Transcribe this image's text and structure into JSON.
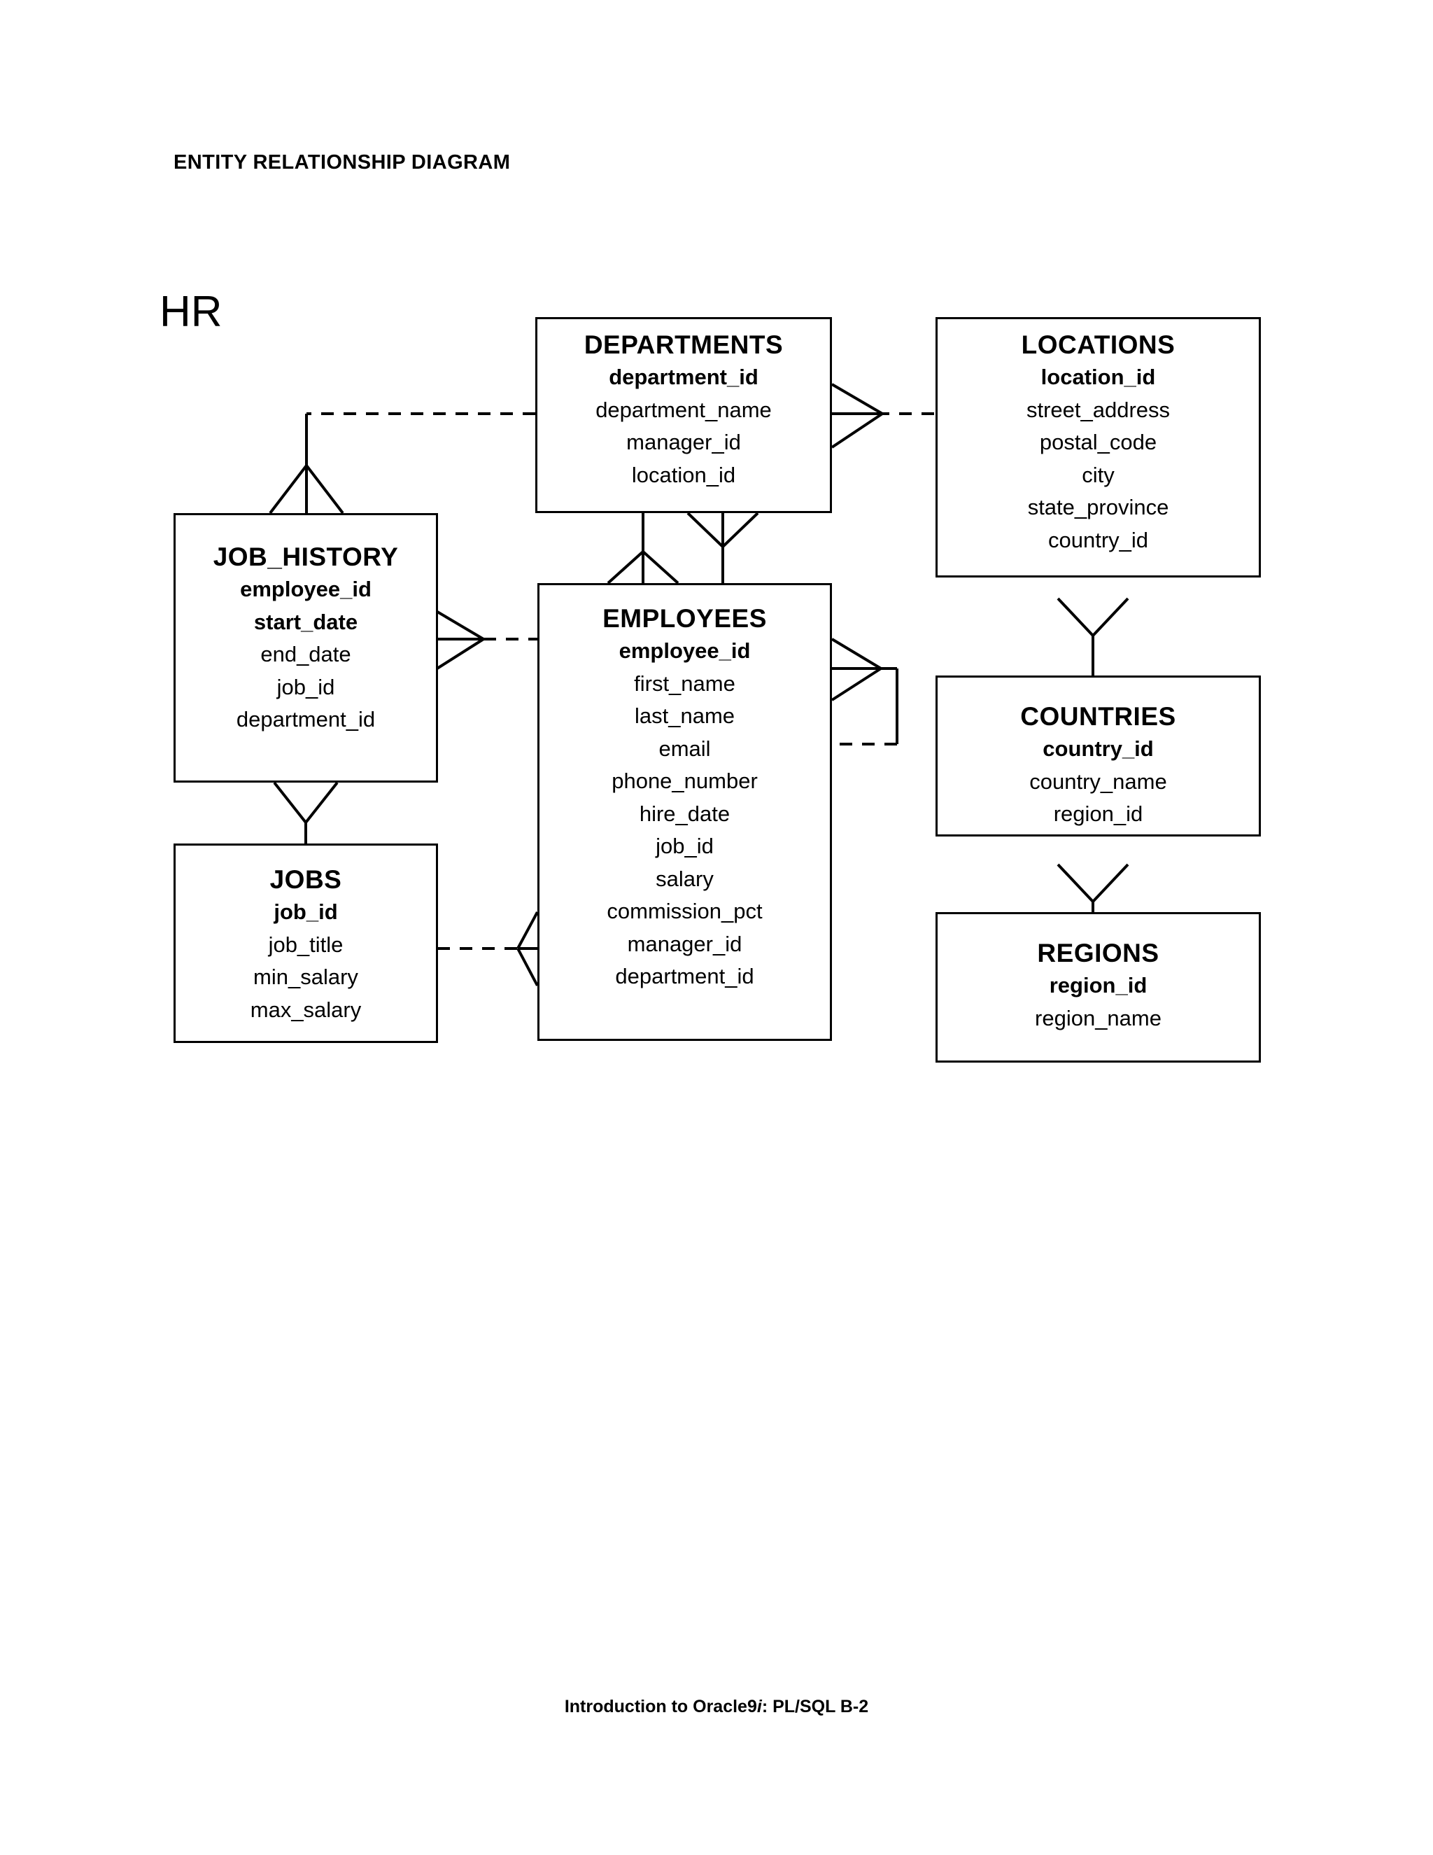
{
  "document": {
    "title": "ENTITY RELATIONSHIP DIAGRAM",
    "schema_label": "HR",
    "footer_prefix": "Introduction to Oracle9",
    "footer_italic": "i",
    "footer_suffix": ": PL/SQL B-2"
  },
  "entities": [
    {
      "id": "departments",
      "name": "DEPARTMENTS",
      "attributes": [
        {
          "label": "department_id",
          "key": true
        },
        {
          "label": "department_name",
          "key": false
        },
        {
          "label": "manager_id",
          "key": false
        },
        {
          "label": "location_id",
          "key": false
        }
      ]
    },
    {
      "id": "locations",
      "name": "LOCATIONS",
      "attributes": [
        {
          "label": "location_id",
          "key": true
        },
        {
          "label": "street_address",
          "key": false
        },
        {
          "label": "postal_code",
          "key": false
        },
        {
          "label": "city",
          "key": false
        },
        {
          "label": "state_province",
          "key": false
        },
        {
          "label": "country_id",
          "key": false
        }
      ]
    },
    {
      "id": "job_history",
      "name": "JOB_HISTORY",
      "attributes": [
        {
          "label": "employee_id",
          "key": true
        },
        {
          "label": "start_date",
          "key": true
        },
        {
          "label": "end_date",
          "key": false
        },
        {
          "label": "job_id",
          "key": false
        },
        {
          "label": "department_id",
          "key": false
        }
      ]
    },
    {
      "id": "employees",
      "name": "EMPLOYEES",
      "attributes": [
        {
          "label": "employee_id",
          "key": true
        },
        {
          "label": "first_name",
          "key": false
        },
        {
          "label": "last_name",
          "key": false
        },
        {
          "label": "email",
          "key": false
        },
        {
          "label": "phone_number",
          "key": false
        },
        {
          "label": "hire_date",
          "key": false
        },
        {
          "label": "job_id",
          "key": false
        },
        {
          "label": "salary",
          "key": false
        },
        {
          "label": "commission_pct",
          "key": false
        },
        {
          "label": "manager_id",
          "key": false
        },
        {
          "label": "department_id",
          "key": false
        }
      ]
    },
    {
      "id": "countries",
      "name": "COUNTRIES",
      "attributes": [
        {
          "label": "country_id",
          "key": true
        },
        {
          "label": "country_name",
          "key": false
        },
        {
          "label": "region_id",
          "key": false
        }
      ]
    },
    {
      "id": "jobs",
      "name": "JOBS",
      "attributes": [
        {
          "label": "job_id",
          "key": true
        },
        {
          "label": "job_title",
          "key": false
        },
        {
          "label": "min_salary",
          "key": false
        },
        {
          "label": "max_salary",
          "key": false
        }
      ]
    },
    {
      "id": "regions",
      "name": "REGIONS",
      "attributes": [
        {
          "label": "region_id",
          "key": true
        },
        {
          "label": "region_name",
          "key": false
        }
      ]
    }
  ],
  "relationships": [
    {
      "id": "rel-departments-jobhistory",
      "from": "DEPARTMENTS",
      "to": "JOB_HISTORY",
      "style": "dashed",
      "many_end": "JOB_HISTORY"
    },
    {
      "id": "rel-departments-locations",
      "from": "DEPARTMENTS",
      "to": "LOCATIONS",
      "style": "dashed",
      "many_end": "DEPARTMENTS"
    },
    {
      "id": "rel-departments-employees-manages",
      "from": "DEPARTMENTS",
      "to": "EMPLOYEES",
      "style": "solid",
      "many_end": "EMPLOYEES"
    },
    {
      "id": "rel-employees-departments-works",
      "from": "EMPLOYEES",
      "to": "DEPARTMENTS",
      "style": "solid",
      "many_end": "DEPARTMENTS"
    },
    {
      "id": "rel-jobhistory-employees",
      "from": "JOB_HISTORY",
      "to": "EMPLOYEES",
      "style": "dashed",
      "many_end": "JOB_HISTORY"
    },
    {
      "id": "rel-jobhistory-jobs",
      "from": "JOB_HISTORY",
      "to": "JOBS",
      "style": "dashed",
      "many_end": "JOB_HISTORY"
    },
    {
      "id": "rel-jobs-employees",
      "from": "JOBS",
      "to": "EMPLOYEES",
      "style": "dashed",
      "many_end": "EMPLOYEES"
    },
    {
      "id": "rel-employees-employees-manager",
      "from": "EMPLOYEES",
      "to": "EMPLOYEES",
      "style": "dashed",
      "many_end": "EMPLOYEES"
    },
    {
      "id": "rel-locations-countries",
      "from": "LOCATIONS",
      "to": "COUNTRIES",
      "style": "solid",
      "many_end": "LOCATIONS"
    },
    {
      "id": "rel-countries-regions",
      "from": "COUNTRIES",
      "to": "REGIONS",
      "style": "solid",
      "many_end": "COUNTRIES"
    }
  ]
}
